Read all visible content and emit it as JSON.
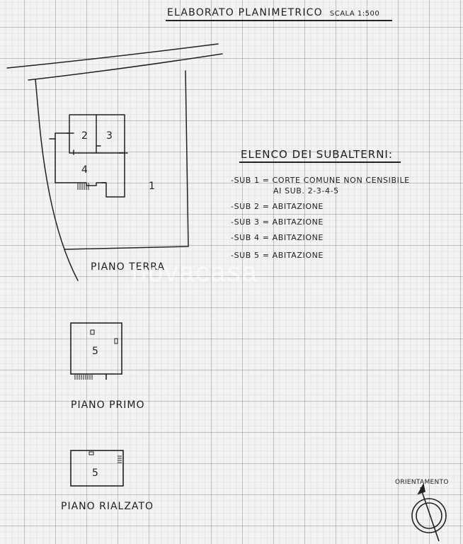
{
  "title": "ELABORATO PLANIMETRICO",
  "scale": "SCALA 1:500",
  "legend": {
    "title": "ELENCO DEI SUBALTERNI:",
    "items": [
      "-SUB 1 = CORTE COMUNE NON CENSIBILE",
      "AI SUB. 2-3-4-5",
      "-SUB 2 = ABITAZIONE",
      "-SUB 3 = ABITAZIONE",
      "-SUB 4 = ABITAZIONE",
      "-SUB 5 = ABITAZIONE"
    ]
  },
  "plans": {
    "terra": {
      "label": "PIANO TERRA",
      "rooms": [
        "1",
        "2",
        "3",
        "4"
      ]
    },
    "primo": {
      "label": "PIANO PRIMO",
      "rooms": [
        "5"
      ]
    },
    "rialzato": {
      "label": "PIANO RIALZATO",
      "rooms": [
        "5"
      ]
    }
  },
  "orientation": {
    "label": "ORIENTAMENTO"
  },
  "watermark": "novacasa"
}
